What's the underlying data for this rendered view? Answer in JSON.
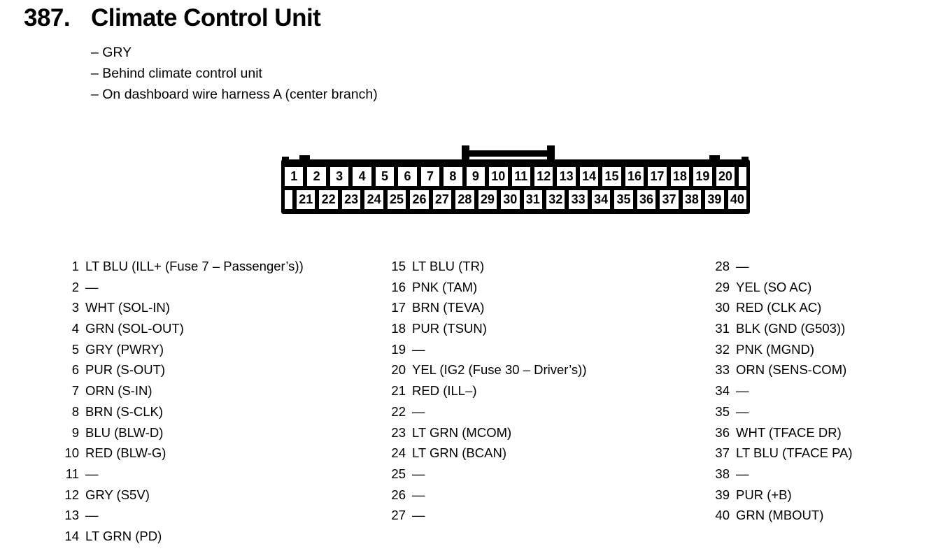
{
  "header": {
    "number": "387.",
    "title": "Climate Control Unit",
    "notes": [
      "– GRY",
      "– Behind climate control unit",
      "– On dashboard wire harness A (center branch)"
    ]
  },
  "connector": {
    "top_pins": [
      "1",
      "2",
      "3",
      "4",
      "5",
      "6",
      "7",
      "8",
      "9",
      "10",
      "11",
      "12",
      "13",
      "14",
      "15",
      "16",
      "17",
      "18",
      "19",
      "20"
    ],
    "bottom_pins": [
      "21",
      "22",
      "23",
      "24",
      "25",
      "26",
      "27",
      "28",
      "29",
      "30",
      "31",
      "32",
      "33",
      "34",
      "35",
      "36",
      "37",
      "38",
      "39",
      "40"
    ]
  },
  "pin_list": {
    "columns": [
      [
        {
          "num": "1",
          "label": "LT BLU (ILL+ (Fuse 7 – Passenger’s))"
        },
        {
          "num": "2",
          "label": "—"
        },
        {
          "num": "3",
          "label": "WHT (SOL-IN)"
        },
        {
          "num": "4",
          "label": "GRN (SOL-OUT)"
        },
        {
          "num": "5",
          "label": "GRY (PWRY)"
        },
        {
          "num": "6",
          "label": "PUR (S-OUT)"
        },
        {
          "num": "7",
          "label": "ORN (S-IN)"
        },
        {
          "num": "8",
          "label": "BRN (S-CLK)"
        },
        {
          "num": "9",
          "label": "BLU (BLW-D)"
        },
        {
          "num": "10",
          "label": "RED (BLW-G)"
        },
        {
          "num": "11",
          "label": "—"
        },
        {
          "num": "12",
          "label": "GRY (S5V)"
        },
        {
          "num": "13",
          "label": "—"
        },
        {
          "num": "14",
          "label": "LT GRN (PD)"
        }
      ],
      [
        {
          "num": "15",
          "label": "LT BLU (TR)"
        },
        {
          "num": "16",
          "label": "PNK (TAM)"
        },
        {
          "num": "17",
          "label": "BRN (TEVA)"
        },
        {
          "num": "18",
          "label": "PUR (TSUN)"
        },
        {
          "num": "19",
          "label": "—"
        },
        {
          "num": "20",
          "label": "YEL (IG2 (Fuse 30 – Driver’s))"
        },
        {
          "num": "21",
          "label": "RED (ILL–)"
        },
        {
          "num": "22",
          "label": "—"
        },
        {
          "num": "23",
          "label": "LT GRN (MCOM)"
        },
        {
          "num": "24",
          "label": "LT GRN (BCAN)"
        },
        {
          "num": "25",
          "label": "—"
        },
        {
          "num": "26",
          "label": "—"
        },
        {
          "num": "27",
          "label": "—"
        }
      ],
      [
        {
          "num": "28",
          "label": "—"
        },
        {
          "num": "29",
          "label": "YEL (SO AC)"
        },
        {
          "num": "30",
          "label": "RED (CLK AC)"
        },
        {
          "num": "31",
          "label": "BLK (GND (G503))"
        },
        {
          "num": "32",
          "label": "PNK (MGND)"
        },
        {
          "num": "33",
          "label": "ORN (SENS-COM)"
        },
        {
          "num": "34",
          "label": "—"
        },
        {
          "num": "35",
          "label": "—"
        },
        {
          "num": "36",
          "label": "WHT (TFACE DR)"
        },
        {
          "num": "37",
          "label": "LT BLU (TFACE PA)"
        },
        {
          "num": "38",
          "label": "—"
        },
        {
          "num": "39",
          "label": "PUR (+B)"
        },
        {
          "num": "40",
          "label": "GRN (MBOUT)"
        }
      ]
    ]
  },
  "colors": {
    "ink": "#000000",
    "paper": "#ffffff"
  }
}
